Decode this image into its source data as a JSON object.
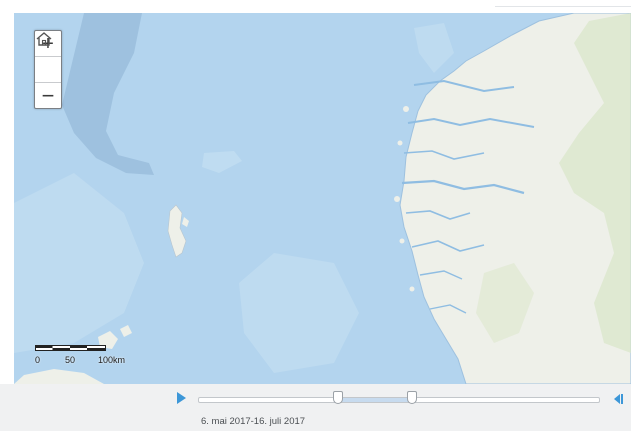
{
  "map": {
    "colors": {
      "sea": "#b3d4ee",
      "deep_sea": "#9ec1df",
      "land": "#eef0e9",
      "forest": "#d9e6c8",
      "shallow": "#c5dff2"
    },
    "controls": {
      "zoom_in": "+",
      "home_icon": "home-icon",
      "zoom_out": "−"
    },
    "scalebar": {
      "labels": [
        "0",
        "50",
        "100km"
      ]
    }
  },
  "time_slider": {
    "play_icon": "play-icon",
    "next_icon": "skip-forward-icon",
    "range_label": "6. mai 2017-16. juli 2017",
    "accent_color": "#3d97d8"
  }
}
